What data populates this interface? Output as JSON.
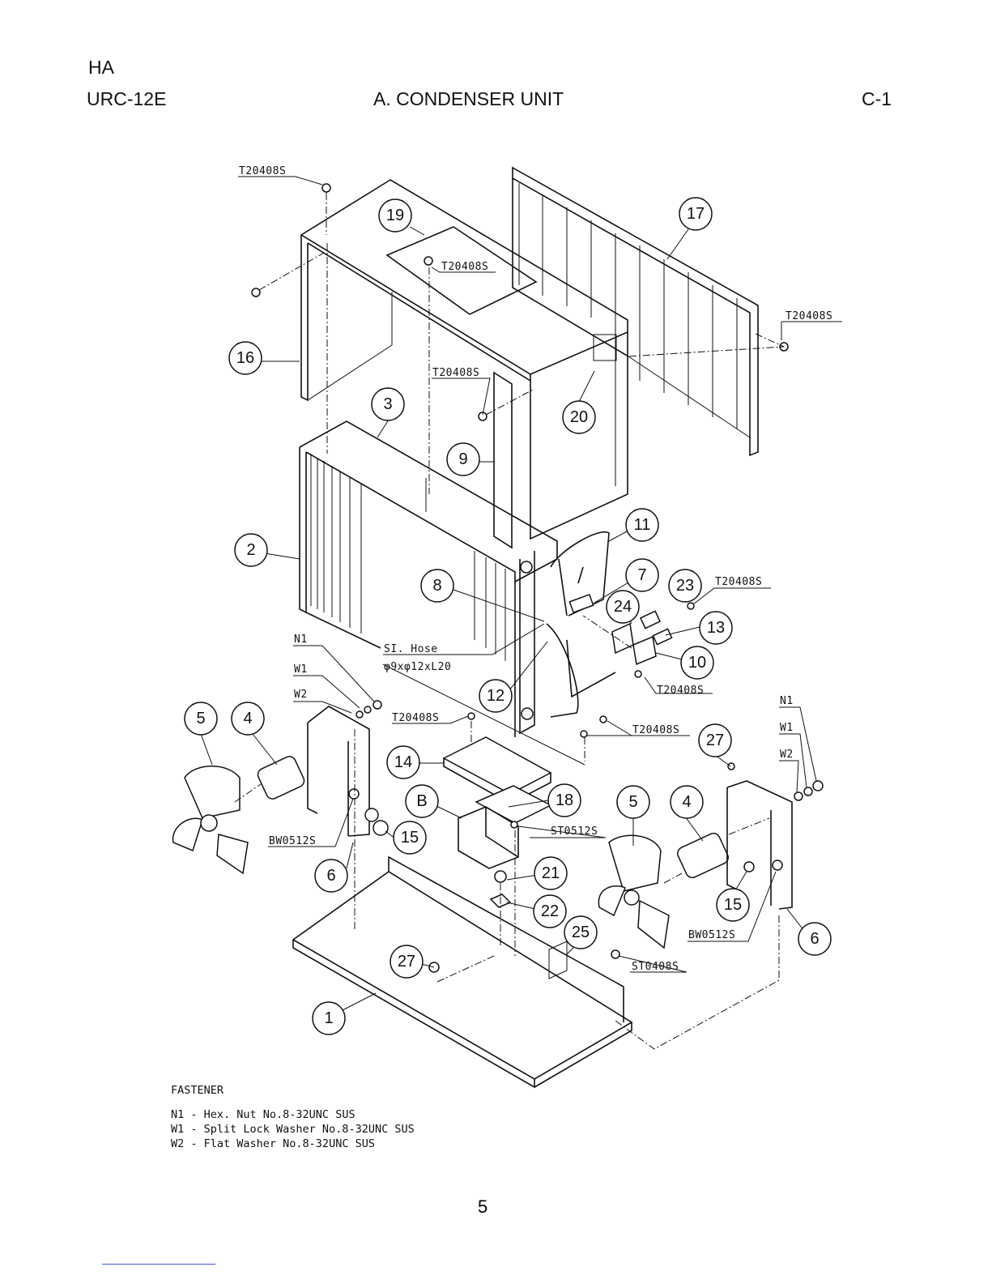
{
  "header": {
    "brand": "HA",
    "model": "URC-12E",
    "title": "A. CONDENSER UNIT",
    "code": "C-1"
  },
  "callouts": {
    "c1": "1",
    "c2": "2",
    "c3": "3",
    "c4a": "4",
    "c4b": "4",
    "c5a": "5",
    "c5b": "5",
    "c6a": "6",
    "c6b": "6",
    "c7": "7",
    "c8": "8",
    "c9": "9",
    "c10": "10",
    "c11": "11",
    "c12": "12",
    "c13": "13",
    "c14": "14",
    "c15a": "15",
    "c15b": "15",
    "c16": "16",
    "c17": "17",
    "c18": "18",
    "c19": "19",
    "c20": "20",
    "c21": "21",
    "c22": "22",
    "c23": "23",
    "c24": "24",
    "c25": "25",
    "c27a": "27",
    "c27b": "27",
    "cB": "B"
  },
  "labels": {
    "t1": "T20408S",
    "t2": "T20408S",
    "t3": "T20408S",
    "t4": "T20408S",
    "t5": "T20408S",
    "t6": "T20408S",
    "t7": "T20408S",
    "t8": "T20408S",
    "n1a": "N1",
    "w1a": "W1",
    "w2a": "W2",
    "n1b": "N1",
    "w1b": "W1",
    "w2b": "W2",
    "hose1": "SI. Hose",
    "hose2": "φ9xφ12xL20",
    "bw1": "BW0512S",
    "bw2": "BW0512S",
    "st1": "ST0512S",
    "st2": "ST0408S"
  },
  "fastener": {
    "title": "FASTENER",
    "items": [
      "N1 - Hex. Nut No.8-32UNC SUS",
      "W1 - Split Lock Washer No.8-32UNC SUS",
      "W2 - Flat Washer No.8-32UNC SUS"
    ]
  },
  "page_number": "5"
}
